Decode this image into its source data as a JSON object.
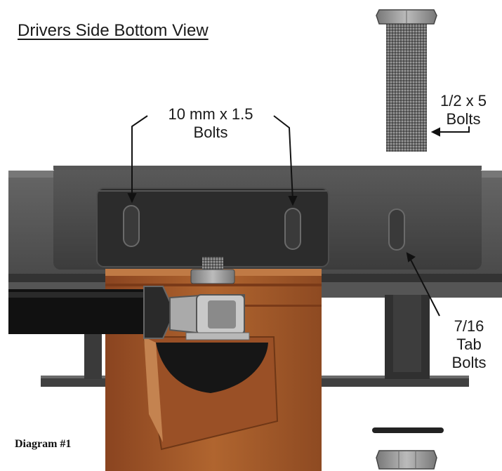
{
  "title": "Drivers Side Bottom View",
  "labels": {
    "metric_bolts": {
      "line1": "10 mm x 1.5",
      "line2": "Bolts"
    },
    "half_bolts": {
      "line1": "1/2 x 5",
      "line2": "Bolts"
    },
    "tab_bolts": {
      "line1": "7/16",
      "line2": "Tab",
      "line3": "Bolts"
    }
  },
  "diagram_number": "Diagram #1",
  "colors": {
    "frame": "#4a4a4a",
    "bracket": "#2e2e2e",
    "mount_copper": "#a0562a",
    "bolt_gray": "#8a8a8a",
    "tube_black": "#111111"
  }
}
